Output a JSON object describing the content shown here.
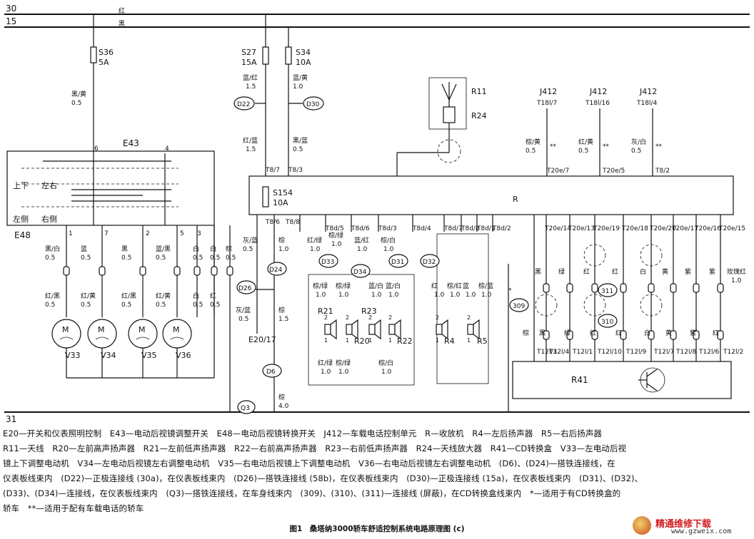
{
  "rails": {
    "r30": "30",
    "r15": "15",
    "r31": "31",
    "red": "红",
    "black": "黑"
  },
  "fuses": {
    "s36": "S36",
    "s36_a": "5A",
    "s27": "S27",
    "s27_a": "15A",
    "s34": "S34",
    "s34_a": "10A",
    "s154": "S154",
    "s154_a": "10A"
  },
  "wires": {
    "w_s36": [
      "黑/黄",
      "0.5"
    ],
    "w_s27": [
      "蓝/红",
      "1.5"
    ],
    "w_s34": [
      "蓝/黄",
      "1.0"
    ],
    "w_s27b": [
      "红/蓝",
      "1.5"
    ],
    "w_s34b": [
      "黑/蓝",
      "0.5"
    ],
    "w_j1": [
      "棕/黄",
      "0.5"
    ],
    "w_j2": [
      "红/黄",
      "0.5"
    ],
    "w_j3": [
      "灰/白",
      "0.5"
    ],
    "m1": [
      "黑/白",
      "0.5"
    ],
    "m2": [
      "蓝",
      "0.5"
    ],
    "m3": [
      "黑",
      "0.5"
    ],
    "m4": [
      "蓝/黑",
      "0.5"
    ],
    "m5": [
      "白",
      "0.5"
    ],
    "m6": [
      "白",
      "0.5"
    ],
    "m7": [
      "棕",
      "0.5"
    ],
    "n1": [
      "红/黑",
      "0.5"
    ],
    "n2": [
      "红/黄",
      "0.5"
    ],
    "n3": [
      "红/黑",
      "0.5"
    ],
    "n4": [
      "红/黄",
      "0.5"
    ],
    "n5": [
      "白",
      "0.5"
    ],
    "n6": [
      "红",
      "0.5"
    ],
    "g1": [
      "灰/蓝",
      "0.5"
    ],
    "g2": [
      "棕",
      "1.0"
    ],
    "g3": [
      "灰/蓝",
      "0.5"
    ],
    "g4": [
      "棕",
      "1.5"
    ],
    "g5": [
      "棕",
      "4.0"
    ],
    "sp1": [
      "红/绿",
      "1.0"
    ],
    "sp2": [
      "棕/绿",
      "1.0"
    ],
    "sp3": [
      "蓝/红",
      "1.0"
    ],
    "sp4": [
      "棕/白",
      "1.0"
    ],
    "sp1b": [
      "棕/绿",
      "1.0"
    ],
    "sp2b": [
      "棕/绿",
      "1.0"
    ],
    "sp3b": [
      "蓝/白",
      "1.0"
    ],
    "sp4b": [
      "蓝/白",
      "1.0"
    ],
    "sp1c": [
      "红/绿",
      "1.0"
    ],
    "sp2c": [
      "棕/绿",
      "1.0"
    ],
    "sp3c": [
      "棕/白",
      "1.0"
    ],
    "r4a": [
      "红",
      "1.0"
    ],
    "r4b": [
      "棕/红",
      "1.0"
    ],
    "r5a": [
      "蓝",
      "1.0"
    ],
    "r5b": [
      "棕/蓝",
      "1.0"
    ],
    "rose": [
      "玫瑰红",
      "1.0"
    ]
  },
  "pins": {
    "t87": "T8/7",
    "t83": "T8/3",
    "t86": "T8/6",
    "t88": "T8/8",
    "t82": "T8/2",
    "t8d5": "T8d/5",
    "t8d6": "T8d/6",
    "t8d3": "T8d/3",
    "t8d4": "T8d/4",
    "t8d7": "T8d/7",
    "t8d8": "T8d/8",
    "t8d1": "T8d/1",
    "t8d2": "T8d/2",
    "t20e7": "T20e/7",
    "t20e5": "T20e/5",
    "t20e14": "T20e/14",
    "t20e13": "T20e/13",
    "t20e19": "T20e/19",
    "t20e18": "T20e/18",
    "t20e20": "T20e/20",
    "t20e17": "T20e/17",
    "t20e16": "T20e/16",
    "t20e15": "T20e/15",
    "t12_3": "T12l/3",
    "t12_4": "T12l/4",
    "t12_1": "T12l/1",
    "t12_10": "T12l/10",
    "t12_9": "T12l/9",
    "t12_7": "T12l/7",
    "t12_8": "T12l/8",
    "t12_6": "T12l/6",
    "t12_2": "T12l/2"
  },
  "components": {
    "e43": "E43",
    "e48": "E48",
    "e20": "E20/17",
    "sw_updown": "上下",
    "sw_lr": "左右",
    "sw_left": "左侧",
    "sw_right": "右侧",
    "j412": "J412",
    "j412_7": "T18l/7",
    "j412_16": "T18l/16",
    "j412_4": "T18l/4",
    "r11": "R11",
    "r24": "R24",
    "r": "R",
    "r41": "R41",
    "v33": "V33",
    "v34": "V34",
    "v35": "V35",
    "v36": "V36",
    "m": "M",
    "r20": "R20",
    "r21": "R21",
    "r22": "R22",
    "r23": "R23",
    "r4": "R4",
    "r5": "R5",
    "star2": "**",
    "star": "*"
  },
  "connectors": {
    "d22": "D22",
    "d30": "D30",
    "d24": "D24",
    "d26": "D26",
    "d6": "D6",
    "q3": "Q3",
    "d33": "D33",
    "d34": "D34",
    "d31": "D31",
    "d32": "D32",
    "c309": "309",
    "c310": "310",
    "c311": "311"
  },
  "e43_pins": {
    "p6": "6",
    "p4": "4"
  },
  "e48_pins": {
    "p1": "1",
    "p7": "7",
    "p2": "2",
    "p5": "5",
    "p3": "3"
  },
  "speaker_pins": {
    "a": "2",
    "b": "1"
  },
  "t12_colors": [
    "棕",
    "黑",
    "绿",
    "红",
    "红",
    "白",
    "黄",
    "紫",
    "红"
  ],
  "t20_colors": [
    "黑",
    "绿",
    "红",
    "红",
    "白",
    "黄",
    "紫"
  ],
  "legend": [
    "E20—开关和仪表照明控制　E43—电动后视镜调整开关　E48—电动后视镜转换开关　J412—车载电话控制单元　R—收放机　R4—左后扬声器　R5—右后扬声器",
    "R11—天线　R20—左前高声扬声器　R21—左前低声扬声器　R22—右前高声扬声器　R23—右前低声扬声器　R24—天线放大器　R41—CD转换盒　V33—左电动后视",
    "镜上下调整电动机　V34—左电动后视镜左右调整电动机　V35—右电动后视镜上下调整电动机　V36—右电动后视镜左右调整电动机　(D6)、(D24)—搭铁连接线，在",
    "仪表板线束内　(D22)—正极连接线 (30a)，在仪表板线束内　(D26)—搭铁连接线 (58b)，在仪表板线束内　(D30)—正极连接线 (15a)，在仪表板线束内　(D31)、(D32)、",
    "(D33)、(D34)—连接线，在仪表板线束内　(Q3)—搭铁连接线，在车身线束内　(309)、(310)、(311)—连接线 (屏蔽)，在CD转换盒线束内　*—适用于有CD转换盒的",
    "轿车　**—适用于配有车载电话的轿车"
  ],
  "caption": "图1　桑塔纳3000轿车舒适控制系统电路原理图 (c)",
  "watermark": {
    "title": "精通维修下载",
    "url": "www.gzweix.com"
  }
}
